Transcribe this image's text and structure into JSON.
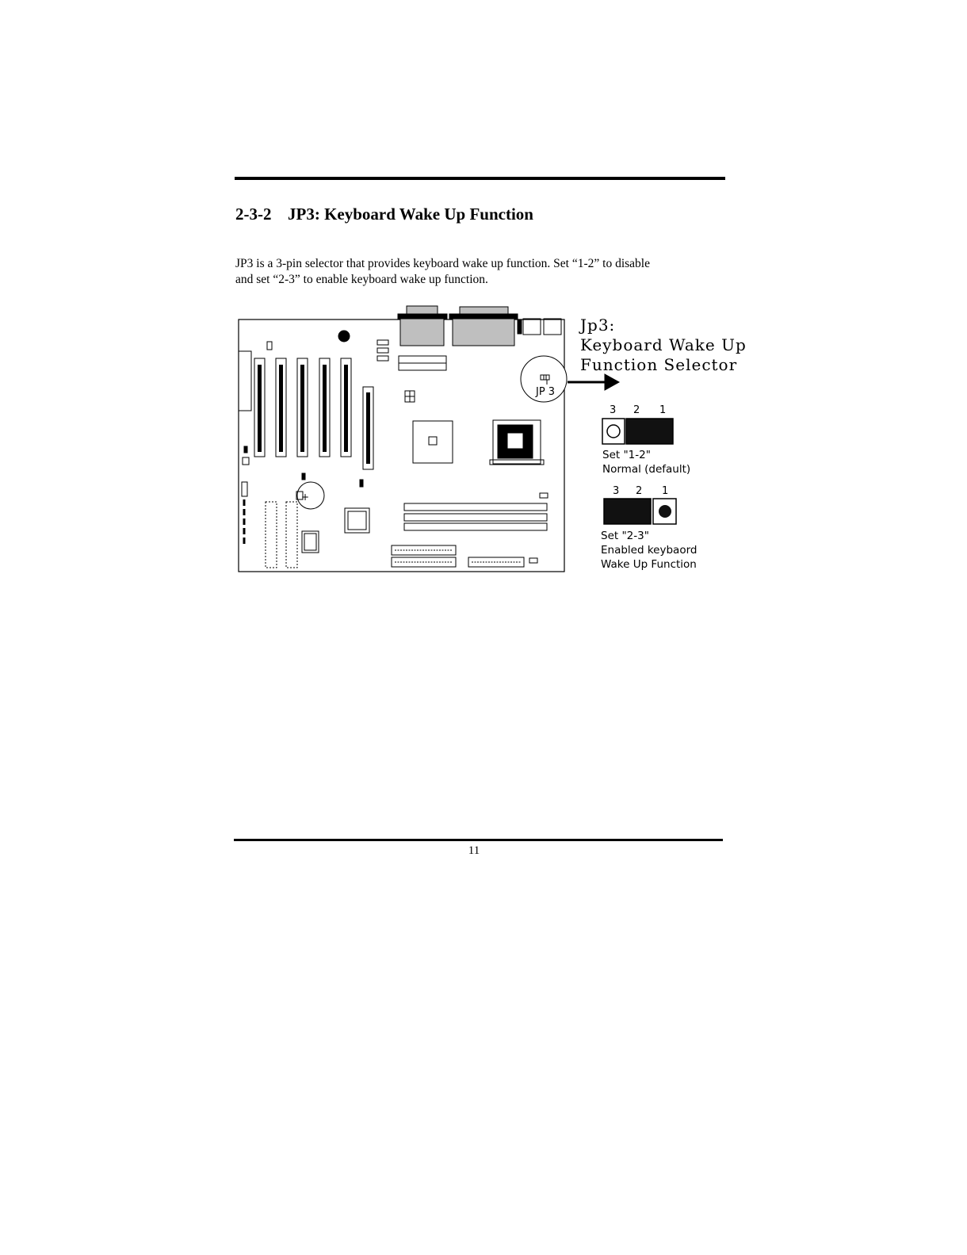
{
  "section": {
    "number": "2-3-2",
    "title": "JP3: Keyboard Wake Up Function"
  },
  "body": {
    "line1": "JP3 is a 3-pin selector that provides keyboard wake up function. Set “1-2” to disable",
    "line2": "and set “2-3” to enable keyboard wake up function."
  },
  "figure": {
    "board_label": "JP 3",
    "callout_title": "Jp3:",
    "callout_line1": "Keyboard Wake Up",
    "callout_line2": "Function Selector",
    "setting_a": {
      "pins": [
        "3",
        "2",
        "1"
      ],
      "label1": "Set \"1-2\"",
      "label2": "Normal (default)"
    },
    "setting_b": {
      "pins": [
        "3",
        "2",
        "1"
      ],
      "label1": "Set \"2-3\"",
      "label2": "Enabled keybaord",
      "label3": "Wake Up Function"
    }
  },
  "footer": {
    "page_number": "11"
  },
  "colors": {
    "ink": "#000000",
    "connector_fill": "#bfbfbf",
    "jumper_cap": "#111111"
  }
}
